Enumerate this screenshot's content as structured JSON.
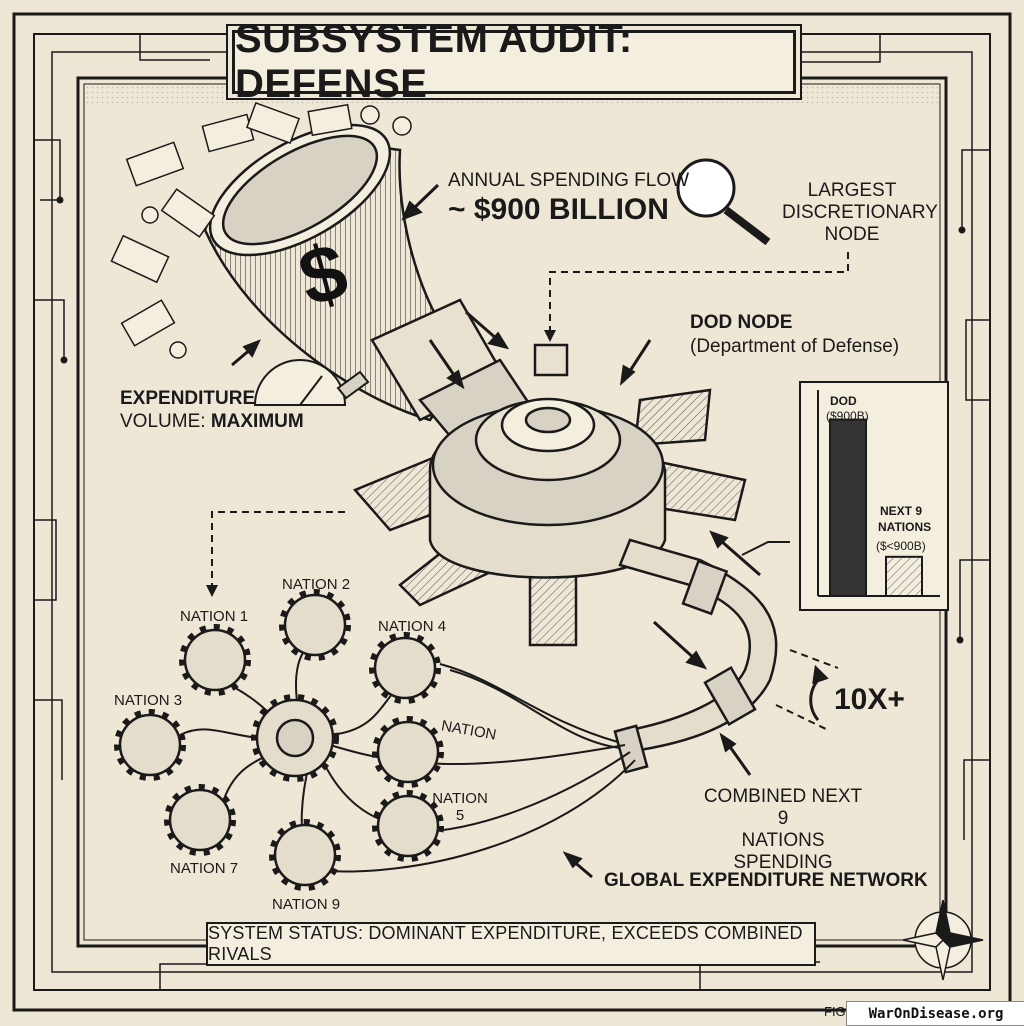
{
  "title": "SUBSYSTEM AUDIT: DEFENSE",
  "funnel": {
    "annual_label": "ANNUAL SPENDING FLOW",
    "annual_value": "~ $900 BILLION"
  },
  "node": {
    "largest_l1": "LARGEST",
    "largest_l2": "DISCRETIONARY",
    "largest_l3": "NODE",
    "title": "DOD NODE",
    "subtitle": "(Department of Defense)"
  },
  "gauge": {
    "label": "EXPENDITURE",
    "volume_prefix": "VOLUME: ",
    "volume_value": "MAXIMUM"
  },
  "chart_data": {
    "type": "bar",
    "categories": [
      "DOD",
      "NEXT 9 NATIONS"
    ],
    "series": [
      {
        "label": "DOD",
        "value_label": "($900B)",
        "value": 900
      },
      {
        "label_l1": "NEXT 9",
        "label_l2": "NATIONS",
        "value_label": "($<900B)",
        "value": 200
      }
    ],
    "ylim": [
      0,
      1000
    ]
  },
  "ratio": "10X+",
  "combined": {
    "l1": "COMBINED NEXT 9",
    "l2": "NATIONS SPENDING"
  },
  "network_label": "GLOBAL EXPENDITURE NETWORK",
  "nations": [
    "NATION 1",
    "NATION 2",
    "NATION 3",
    "NATION 4",
    "NATION",
    "NATION",
    "5",
    "NATION 7",
    "NATION 9"
  ],
  "status": "SYSTEM STATUS: DOMINANT EXPENDITURE, EXCEEDS COMBINED RIVALS",
  "fig": "FIG.",
  "watermark": "WarOnDisease.org"
}
